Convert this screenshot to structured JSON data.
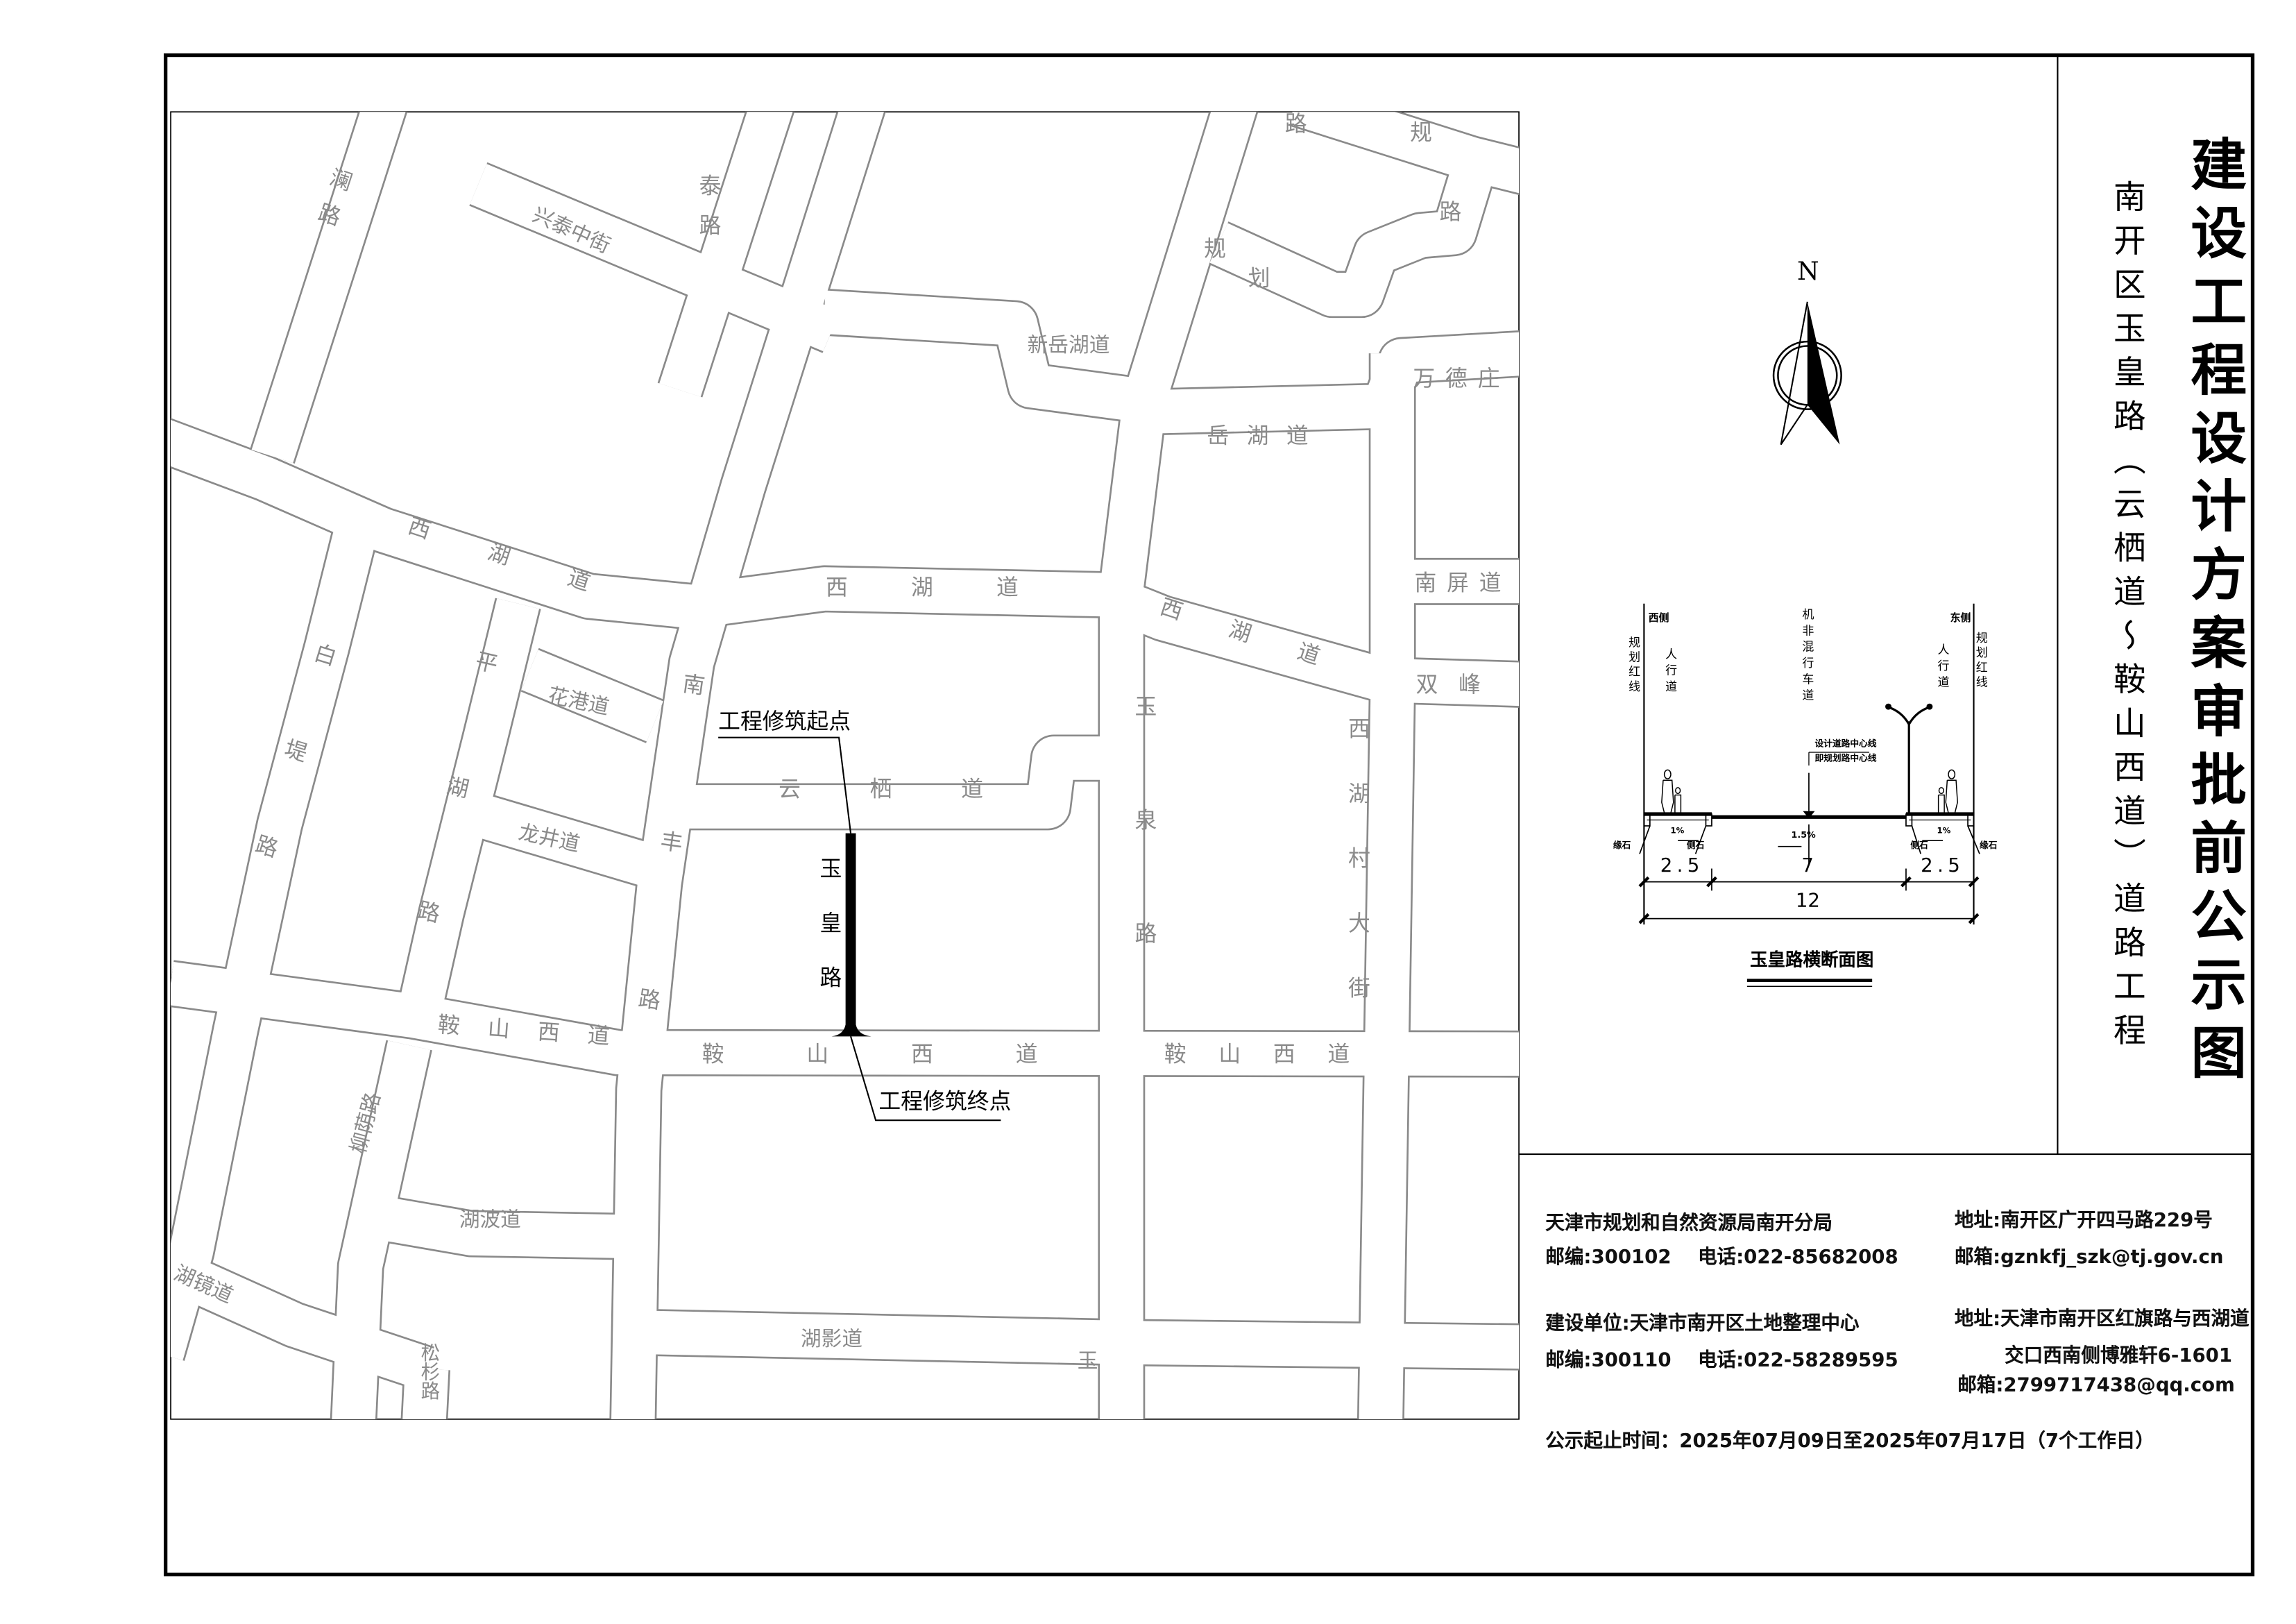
{
  "title": "建设工程设计方案审批前公示图",
  "subtitle": "南开区玉皇路（云栖道～鞍山西道）道路工程",
  "map": {
    "labels": {
      "lan_lu": "澜路",
      "xingtai_zhongjie": "兴泰中街",
      "tai_lu": "泰路",
      "xin_yuehu_dao": "新岳湖道",
      "guihua_1": "路",
      "guihua_2": "规",
      "guihua_3": "路",
      "guihua_4": "规",
      "guihua_5": "划",
      "wandezhuang": "万德庄",
      "yuehu_dao": "岳湖道",
      "xihu_dao_w": "西湖道",
      "xihu_dao_m": "西湖道",
      "xihu_dao_e": "西湖道",
      "nanping_dao": "南屏道",
      "shuangfeng": "双峰",
      "baidi_lu": "白堤路",
      "pinghu_lu": "平湖路",
      "huagang_dao": "花港道",
      "longjing_dao": "龙井道",
      "nanfeng_lu": "南丰路",
      "yunqi_dao": "云栖道",
      "yuhuang_lu": "玉皇路",
      "yuquan_lu": "玉泉路",
      "xihucun_dajie": "西湖村大街",
      "anshan_xidao_w": "鞍山西道",
      "anshan_xidao_m": "鞍山西道",
      "anshan_xidao_e": "鞍山西道",
      "liuyin_lu": "柳荫路",
      "hubo_dao": "湖波道",
      "hujing_dao": "湖镜道",
      "huying_dao": "湖影道",
      "songshan_lu": "松杉路",
      "yu": "玉"
    },
    "start_point": "工程修筑起点",
    "end_point": "工程修筑终点",
    "north": "N"
  },
  "cross_section": {
    "title": "玉皇路横断面图",
    "west": "西侧",
    "east": "东侧",
    "red_line_left": "规划红线",
    "red_line_right": "规划红线",
    "sidewalk_left": "人行道",
    "sidewalk_right": "人行道",
    "carriageway": "机非混行车道",
    "centerline_1": "设计道路中心线",
    "centerline_2": "即规划路中心线",
    "slope_left": "1%",
    "slope_center": "1.5%",
    "slope_right": "1%",
    "edge_stone_left": "缘石",
    "side_stone_left": "侧石",
    "side_stone_right": "侧石",
    "edge_stone_right": "缘石",
    "dim_left": "2.5",
    "dim_center": "7",
    "dim_right": "2.5",
    "dim_total": "12"
  },
  "info": {
    "authority": "天津市规划和自然资源局南开分局",
    "authority_contact": "邮编:300102    电话:022-85682008",
    "authority_address": "地址:南开区广开四马路229号",
    "authority_email": "邮箱:gznkfj_szk@tj.gov.cn",
    "builder": "建设单位:天津市南开区土地整理中心",
    "builder_contact": "邮编:300110    电话:022-58289595",
    "builder_address_1": "地址:天津市南开区红旗路与西湖道",
    "builder_address_2": "交口西南侧博雅轩6-1601",
    "builder_email": "邮箱:2799717438@qq.com",
    "period": "公示起止时间：2025年07月09日至2025年07月17日（7个工作日）"
  }
}
